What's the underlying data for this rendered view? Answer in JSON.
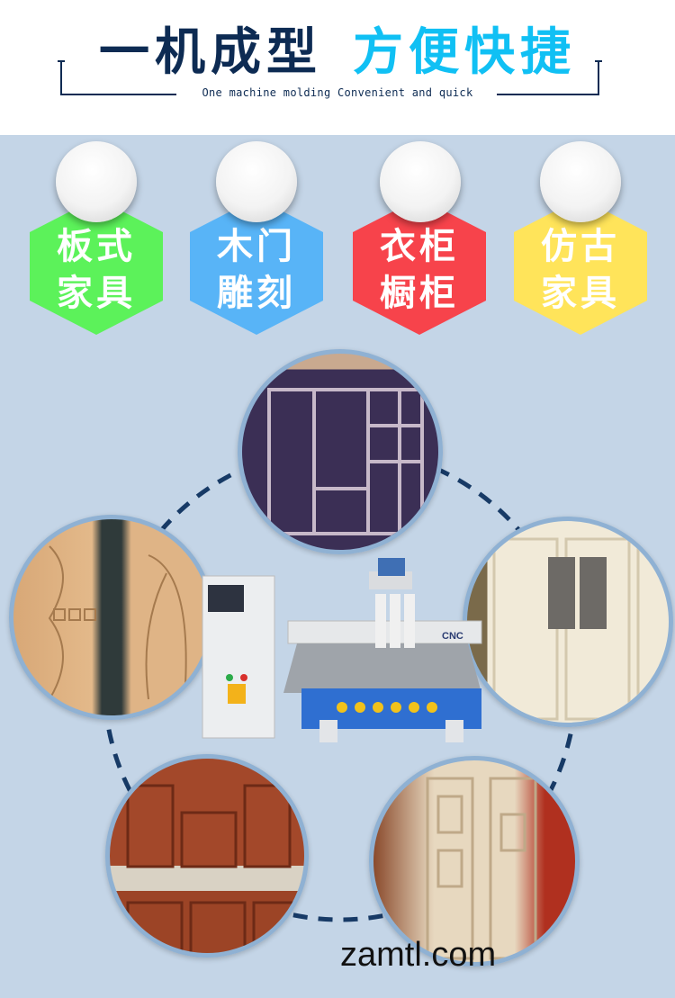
{
  "header": {
    "title_dark": "一机成型",
    "title_light": "方便快捷",
    "subtitle": "One machine molding Convenient and quick"
  },
  "categories": [
    {
      "line1": "板式",
      "line2": "家具",
      "color": "#5cf25a"
    },
    {
      "line1": "木门",
      "line2": "雕刻",
      "color": "#58b4f7"
    },
    {
      "line1": "衣柜",
      "line2": "橱柜",
      "color": "#f7434b"
    },
    {
      "line1": "仿古",
      "line2": "家具",
      "color": "#ffe45a"
    }
  ],
  "photos": [
    "wardrobe-interior",
    "carved-wooden-doors",
    "white-cabinet",
    "wooden-kitchen-cabinets",
    "carved-lattice-screens"
  ],
  "machine": {
    "label": "CNC"
  },
  "watermark": "zamtl.com",
  "colors": {
    "navy": "#0d2b53",
    "cyan": "#10c0f4",
    "background": "#c4d5e7"
  }
}
